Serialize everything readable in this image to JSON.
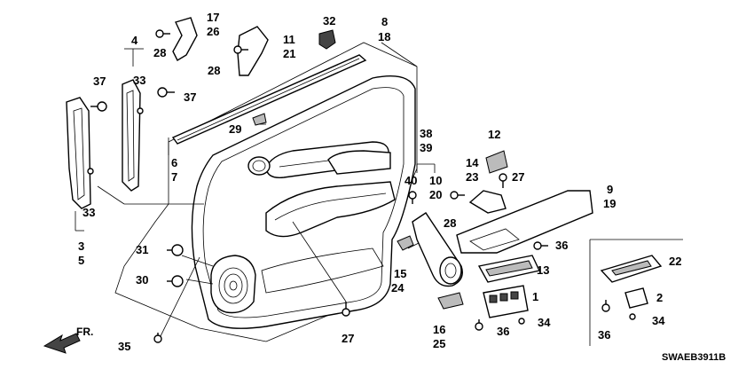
{
  "diagram_code": "SWAEB3911B",
  "front_marker": "FR.",
  "callouts": [
    {
      "id": "c17",
      "text": "17"
    },
    {
      "id": "c26",
      "text": "26"
    },
    {
      "id": "c32",
      "text": "32"
    },
    {
      "id": "c8",
      "text": "8"
    },
    {
      "id": "c18",
      "text": "18"
    },
    {
      "id": "c4",
      "text": "4"
    },
    {
      "id": "c28a",
      "text": "28"
    },
    {
      "id": "c11",
      "text": "11"
    },
    {
      "id": "c21",
      "text": "21"
    },
    {
      "id": "c28b",
      "text": "28"
    },
    {
      "id": "c37a",
      "text": "37"
    },
    {
      "id": "c33a",
      "text": "33"
    },
    {
      "id": "c37b",
      "text": "37"
    },
    {
      "id": "c29",
      "text": "29"
    },
    {
      "id": "c6",
      "text": "6"
    },
    {
      "id": "c7",
      "text": "7"
    },
    {
      "id": "c38",
      "text": "38"
    },
    {
      "id": "c39",
      "text": "39"
    },
    {
      "id": "c12",
      "text": "12"
    },
    {
      "id": "c14",
      "text": "14"
    },
    {
      "id": "c23",
      "text": "23"
    },
    {
      "id": "c27a",
      "text": "27"
    },
    {
      "id": "c40",
      "text": "40"
    },
    {
      "id": "c10",
      "text": "10"
    },
    {
      "id": "c20",
      "text": "20"
    },
    {
      "id": "c9",
      "text": "9"
    },
    {
      "id": "c19",
      "text": "19"
    },
    {
      "id": "c33b",
      "text": "33"
    },
    {
      "id": "c28c",
      "text": "28"
    },
    {
      "id": "c3",
      "text": "3"
    },
    {
      "id": "c5",
      "text": "5"
    },
    {
      "id": "c31",
      "text": "31"
    },
    {
      "id": "c36a",
      "text": "36"
    },
    {
      "id": "c22",
      "text": "22"
    },
    {
      "id": "c15",
      "text": "15"
    },
    {
      "id": "c24",
      "text": "24"
    },
    {
      "id": "c13",
      "text": "13"
    },
    {
      "id": "c30",
      "text": "30"
    },
    {
      "id": "c1",
      "text": "1"
    },
    {
      "id": "c2",
      "text": "2"
    },
    {
      "id": "c16",
      "text": "16"
    },
    {
      "id": "c25",
      "text": "25"
    },
    {
      "id": "c34a",
      "text": "34"
    },
    {
      "id": "c34b",
      "text": "34"
    },
    {
      "id": "c36b",
      "text": "36"
    },
    {
      "id": "c36c",
      "text": "36"
    },
    {
      "id": "c27b",
      "text": "27"
    },
    {
      "id": "c35",
      "text": "35"
    }
  ]
}
